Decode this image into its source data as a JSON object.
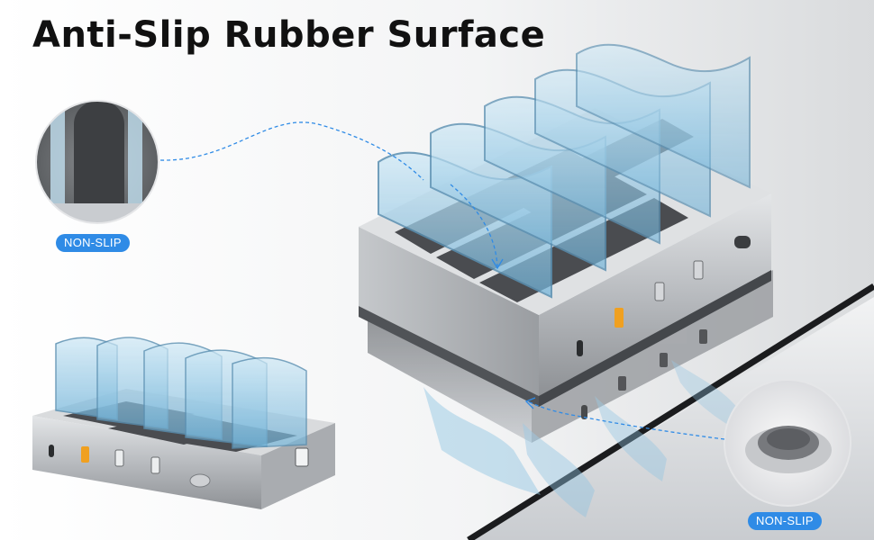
{
  "headline": "Anti-Slip Rubber Surface",
  "callouts": {
    "left_badge": "NON-SLIP",
    "right_badge": "NON-SLIP"
  },
  "colors": {
    "badge_blue": "#2f8be6",
    "acrylic_blue": "#8ec6e4",
    "aluminum": "#b9bcc0",
    "rubber_pad": "#4a4c50",
    "headline": "#111111",
    "usb_c_fast_orange": "#f0a020"
  }
}
